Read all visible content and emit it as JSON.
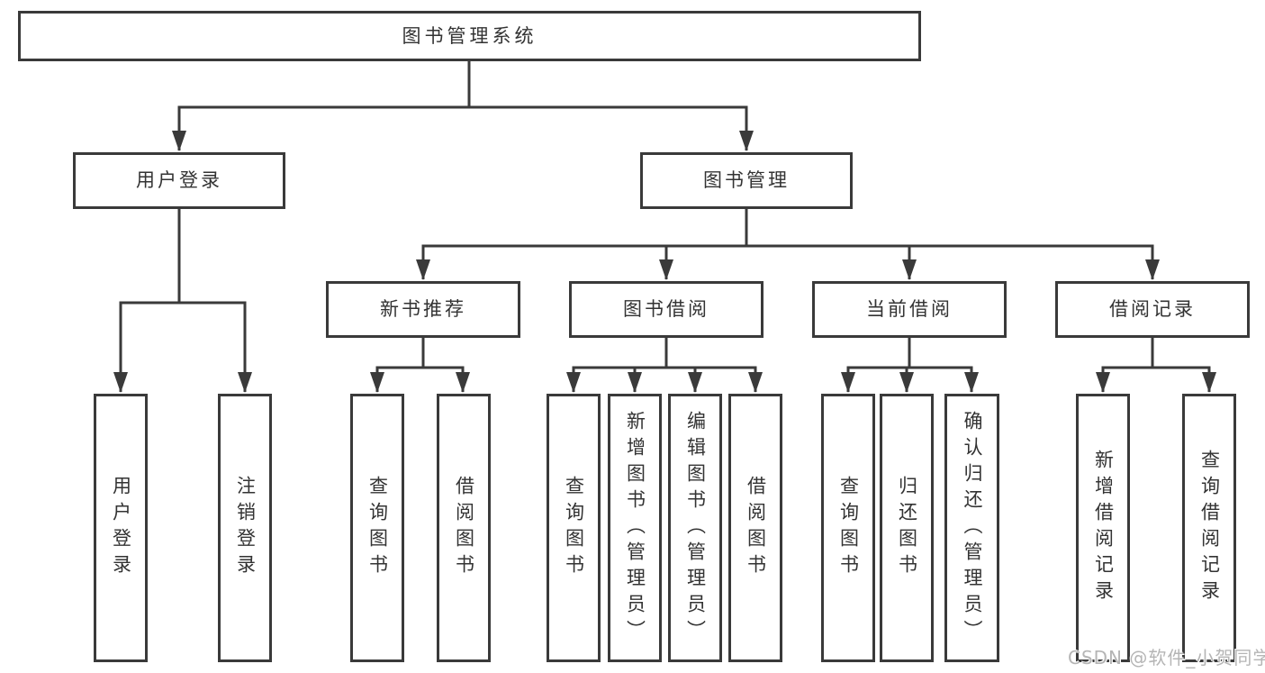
{
  "tree": {
    "root": {
      "label": "图书管理系统"
    },
    "children": [
      {
        "label": "用户登录",
        "children": [
          {
            "label": "用户登录"
          },
          {
            "label": "注销登录"
          }
        ]
      },
      {
        "label": "图书管理",
        "children": [
          {
            "label": "新书推荐",
            "children": [
              {
                "label": "查询图书"
              },
              {
                "label": "借阅图书"
              }
            ]
          },
          {
            "label": "图书借阅",
            "children": [
              {
                "label": "查询图书"
              },
              {
                "label": "新增图书（管理员）"
              },
              {
                "label": "编辑图书（管理员）"
              },
              {
                "label": "借阅图书"
              }
            ]
          },
          {
            "label": "当前借阅",
            "children": [
              {
                "label": "查询图书"
              },
              {
                "label": "归还图书"
              },
              {
                "label": "确认归还（管理员）"
              }
            ]
          },
          {
            "label": "借阅记录",
            "children": [
              {
                "label": "新增借阅记录"
              },
              {
                "label": "查询借阅记录"
              }
            ]
          }
        ]
      }
    ]
  },
  "watermark": {
    "text": "CSDN @软件_小贺同学"
  },
  "colors": {
    "line": "#3a3a3a",
    "box_border": "#3a3a3a",
    "box_fill": "#ffffff",
    "text": "#333333",
    "watermark": "#b5b5b5",
    "background": "#ffffff"
  }
}
